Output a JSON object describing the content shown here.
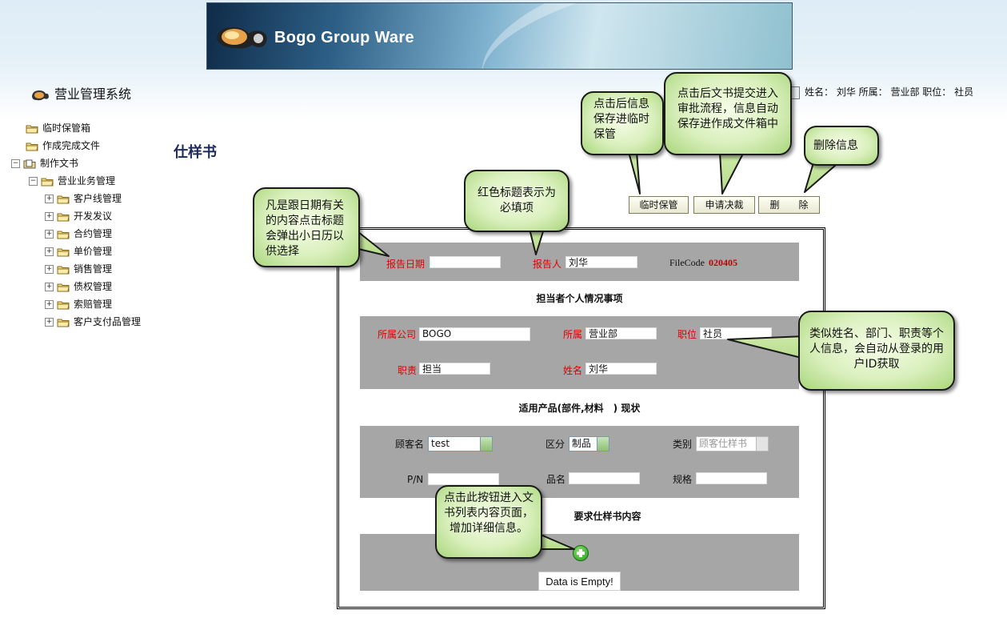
{
  "banner": {
    "title": "Bogo Group Ware"
  },
  "system": {
    "title": "营业管理系统"
  },
  "user_info": "姓名： 刘华  所属： 营业部  职位： 社员",
  "tree": [
    {
      "label": "临时保管箱"
    },
    {
      "label": "作成完成文件"
    },
    {
      "label": "制作文书",
      "toggle": "⊟"
    },
    {
      "label": "营业业务管理",
      "toggle": "⊟"
    },
    {
      "label": "客户线管理",
      "toggle": "⊞"
    },
    {
      "label": "开发发议",
      "toggle": "⊞"
    },
    {
      "label": "合约管理",
      "toggle": "⊞"
    },
    {
      "label": "单价管理",
      "toggle": "⊞"
    },
    {
      "label": "销售管理",
      "toggle": "⊞"
    },
    {
      "label": "债权管理",
      "toggle": "⊞"
    },
    {
      "label": "索赔管理",
      "toggle": "⊞"
    },
    {
      "label": "客户支付品管理",
      "toggle": "⊞"
    }
  ],
  "page": {
    "title": "仕样书"
  },
  "actions": {
    "temp_save": "临时保管",
    "submit": "申请决裁",
    "delete": "删　　除"
  },
  "form": {
    "report_date_label": "报告日期",
    "report_date_value": "",
    "reporter_label": "报告人",
    "reporter_value": "刘华",
    "filecode_label": "FileCode",
    "filecode_value": "020405",
    "section_personal": "担当者个人情况事项",
    "company_label": "所属公司",
    "company_value": "BOGO",
    "dept_label": "所属",
    "dept_value": "营业部",
    "position_label": "职位",
    "position_value": "社员",
    "duty_label": "职责",
    "duty_value": "担当",
    "name_label": "姓名",
    "name_value": "刘华",
    "section_product": "适用产品(部件,材料　) 现状",
    "customer_label": "顾客名",
    "customer_value": "test",
    "division_label": "区分",
    "division_value": "制品",
    "category_label": "类别",
    "category_value": "顾客仕样书",
    "pn_label": "P/N",
    "pn_value": "",
    "item_label": "品名",
    "item_value": "",
    "spec_label": "规格",
    "spec_value": "",
    "section_content": "要求仕样书内容",
    "empty_text": "Data is Empty!"
  },
  "callouts": {
    "date": "凡是跟日期有关的内容点击标题会弹出小日历以供选择",
    "required": "红色标题表示为必填项",
    "temp_save": "点击后信息保存进临时保管",
    "submit": "点击后文书提交进入审批流程，信息自动保存进作成文件箱中",
    "delete": "删除信息",
    "userinfo": "类似姓名、部门、职责等个人信息，会自动从登录的用户ID获取",
    "add": "点击此按钮进入文书列表内容页面，增加详细信息。"
  },
  "colors": {
    "required_label": "#e00000",
    "panel": "#a6a6a6",
    "callout": "#d9efbc"
  }
}
